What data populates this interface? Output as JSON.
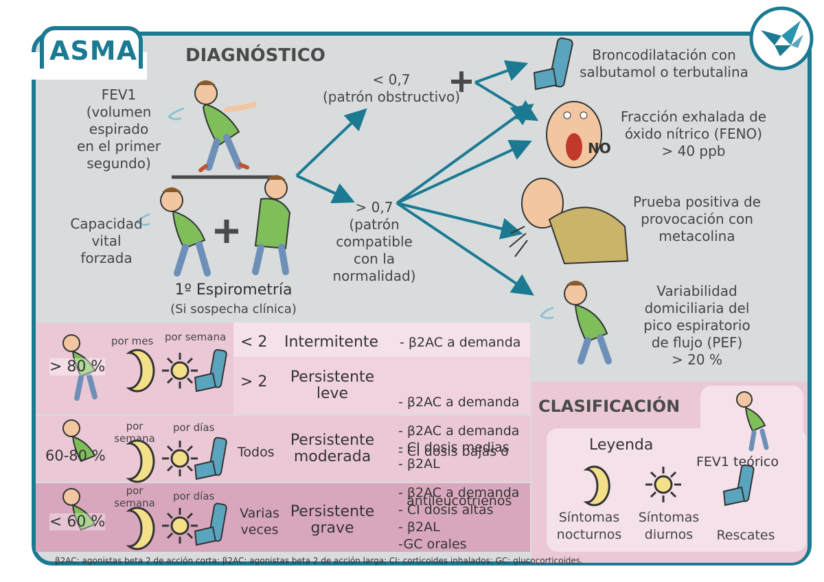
{
  "title": "ASMA",
  "diagnostico": {
    "heading": "DIAGNÓSTICO",
    "fev1": [
      "FEV1",
      "(volumen",
      "espirado",
      "en el primer",
      "segundo)"
    ],
    "cvf": [
      "Capacidad",
      "vital",
      "forzada"
    ],
    "espirometria_title": "1º Espirometría",
    "espirometria_sub": "(Si sospecha clínica)",
    "ratio_low": [
      "< 0,7",
      "(patrón obstructivo)"
    ],
    "ratio_high": [
      "> 0,7",
      "(patrón",
      "compatible",
      "con la",
      "normalidad)"
    ],
    "tests": [
      {
        "lines": [
          "Broncodilatación con",
          "salbutamol o terbutalina"
        ]
      },
      {
        "lines": [
          "Fracción exhalada de",
          "óxido nítrico (FENO)",
          "> 40 ppb"
        ]
      },
      {
        "lines": [
          "Prueba positiva de",
          "provocación con",
          "metacolina"
        ]
      },
      {
        "lines": [
          "Variabilidad",
          "domiciliaria del",
          "pico espiratorio",
          "de flujo (PEF)",
          "> 20 %"
        ]
      }
    ],
    "no_label": "NO"
  },
  "clasificacion": {
    "heading": "CLASIFICACIÓN",
    "rows": [
      {
        "fev": "> 80 %",
        "night": "por mes",
        "day": "por semana",
        "rescue": "< 2",
        "name": [
          "Intermitente"
        ],
        "treatment": [
          "- β2AC a demanda"
        ]
      },
      {
        "fev": "",
        "night": "",
        "day": "",
        "rescue": "> 2",
        "name": [
          "Persistente",
          "leve"
        ],
        "treatment": [
          "- β2AC a demanda",
          "- CI dosis bajas o",
          "  antileucotrienos"
        ]
      },
      {
        "fev": "60-80 %",
        "night": "por semana",
        "day": "por días",
        "rescue": "Todos",
        "name": [
          "Persistente",
          "moderada"
        ],
        "treatment": [
          "- β2AC a demanda",
          "- CI dosis medias",
          "- β2AL"
        ]
      },
      {
        "fev": "< 60 %",
        "night": "por semana",
        "day": "por días",
        "rescue": "Varias veces",
        "name": [
          "Persistente",
          "grave"
        ],
        "treatment": [
          "- β2AC a demanda",
          "- CI dosis altas",
          "- β2AL",
          "-GC orales"
        ]
      }
    ],
    "legend": {
      "title": "Leyenda",
      "fev": "FEV1 teórico",
      "night": [
        "Síntomas",
        "nocturnos"
      ],
      "day": [
        "Síntomas",
        "diurnos"
      ],
      "rescue": "Rescates"
    }
  },
  "footnote": "β2AC: agonistas beta 2 de acción corta; β2AC: agonistas beta 2 de acción larga; CI: corticoides inhalados; GC: glucocorticoides.",
  "colors": {
    "teal": "#1b7a92",
    "gray_bg": "#d8dcdc",
    "pink_light": "#f5e1ea",
    "pink_mid": "#ebc8d6",
    "pink_dark": "#d9a7bd",
    "moon": "#f5e08a",
    "inhaler": "#5aa5bd"
  }
}
